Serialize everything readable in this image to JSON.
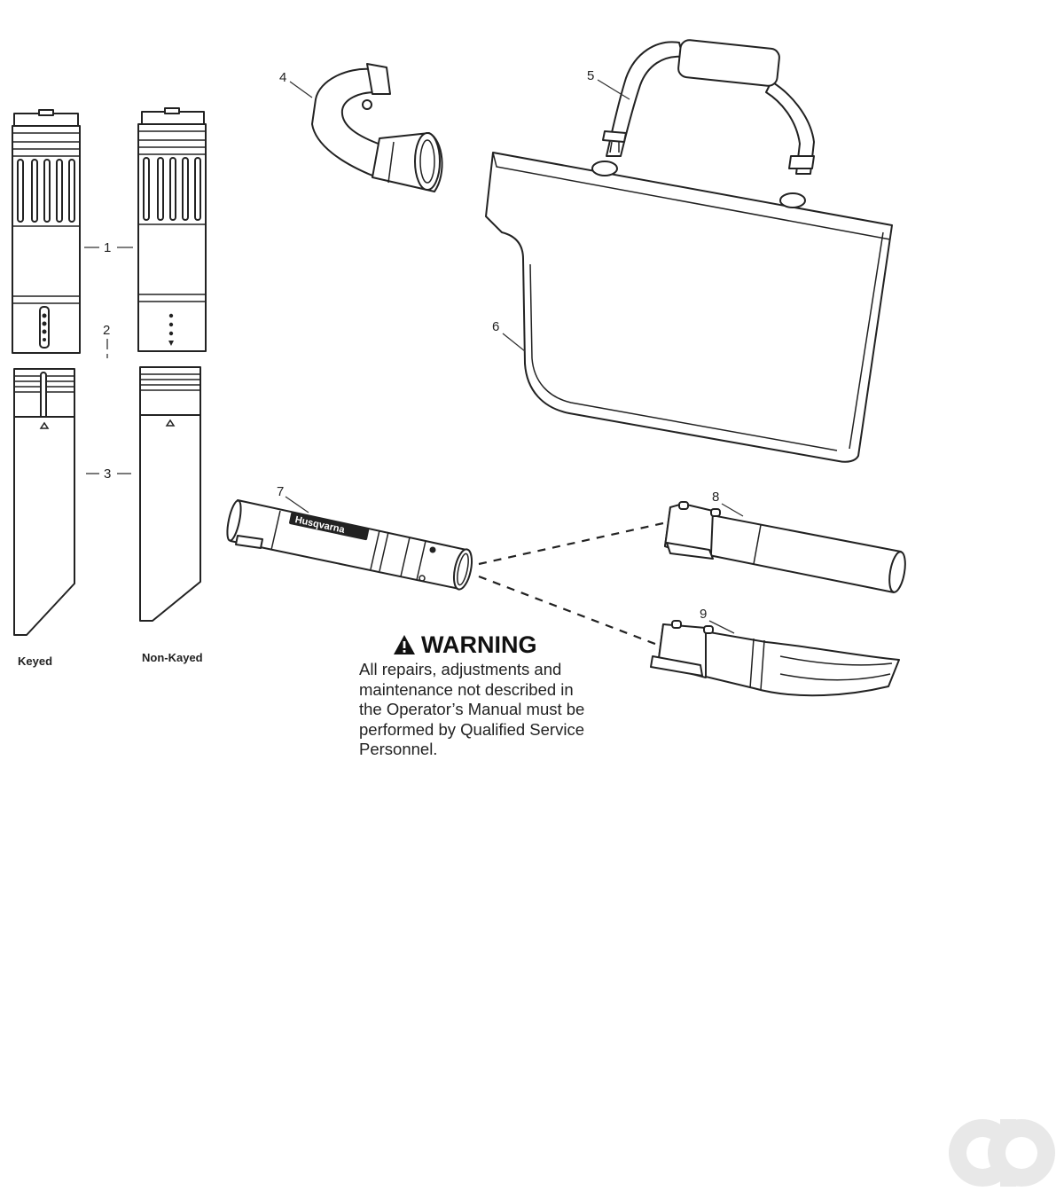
{
  "callouts": [
    "1",
    "2",
    "3",
    "4",
    "5",
    "6",
    "7",
    "8",
    "9"
  ],
  "captions": {
    "keyed": "Keyed",
    "non_keyed": "Non-Kayed"
  },
  "tube_logo": "Husqvarna",
  "warning": {
    "icon": "warning-triangle-icon",
    "title": "WARNING",
    "lines": [
      "All repairs, adjustments and",
      "maintenance not described in",
      "the Operator’s Manual must be",
      "performed by Qualified Service",
      "Personnel."
    ]
  },
  "watermark": {
    "icon": "ao-logo-icon"
  }
}
